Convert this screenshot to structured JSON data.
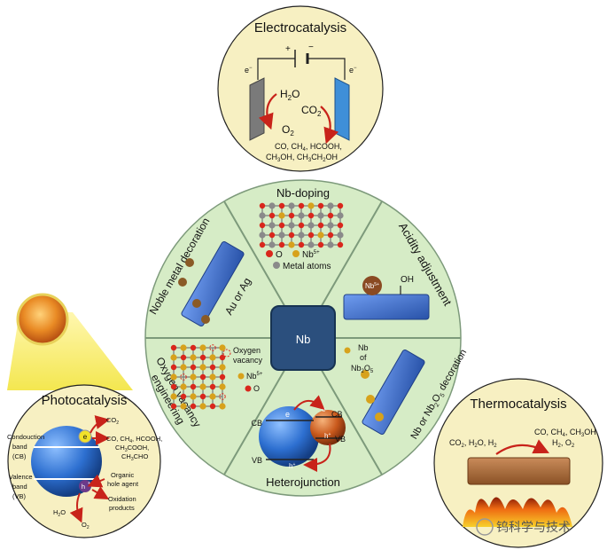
{
  "colors": {
    "cream": "#f7f0c2",
    "wheel_fill": "#d6ecc6",
    "wheel_stroke": "#7d9a7b",
    "nb_box": "#2b4f7d",
    "blue_bar": "#3f6fc6",
    "red_o": "#d9271c",
    "gold_nb": "#d7a21c",
    "arrow_red": "#c8231a",
    "sun_orange": "#e07a1c",
    "beam_yellow": "#f5e84c"
  },
  "wheel": {
    "center_label": "Nb",
    "sectors": {
      "nb_doping": {
        "title": "Nb-doping",
        "legend_o": "O",
        "legend_nb": "Nb",
        "legend_nb_sup": "5+",
        "legend_metal": "Metal atoms"
      },
      "acidity": {
        "title": "Acidity adjustment",
        "nb_label": "Nb",
        "nb_sup": "5+",
        "oh_label": "OH"
      },
      "nb_oxide": {
        "title_pre": "Nb or Nb",
        "title_sub1": "2",
        "title_mid": "O",
        "title_sub2": "5",
        "title_post": " decoration",
        "label_line1": "Nb",
        "label_line2": "of",
        "label_line3_pre": "Nb",
        "label_line3_sub1": "2",
        "label_line3_mid": "O",
        "label_line3_sub2": "5"
      },
      "heterojunction": {
        "title": "Heterojunction",
        "cb_left": "CB",
        "vb_left": "VB",
        "cb_right": "CB",
        "vb_right": "VB",
        "e_label": "e",
        "h_label": "h",
        "h_sup": "+",
        "e_sup": "−"
      },
      "oxygen_vacancy": {
        "title_line1": "Oxygen vacancy",
        "title_line2": "engineering",
        "vacancy_line1": "Oxygen",
        "vacancy_line2": "vacancy",
        "nb_label": "Nb",
        "nb_sup": "5+",
        "o_label": "O"
      },
      "noble_metal": {
        "title": "Noble metal decoration",
        "au_ag": "Au or Ag"
      }
    }
  },
  "electrocatalysis": {
    "title": "Electrocatalysis",
    "plus": "+",
    "minus": "−",
    "e_left": "e",
    "e_left_sup": "−",
    "e_right": "e",
    "e_right_sup": "−",
    "h2o": "H",
    "h2o_sub": "2",
    "h2o_end": "O",
    "o2": "O",
    "o2_sub": "2",
    "co2": "CO",
    "co2_sub": "2",
    "products_line1_a": "CO, CH",
    "products_line1_sub": "4",
    "products_line1_b": ", HCOOH,",
    "products_line2_a": "CH",
    "products_line2_s1": "3",
    "products_line2_b": "OH, CH",
    "products_line2_s2": "3",
    "products_line2_c": "CH",
    "products_line2_s3": "2",
    "products_line2_d": "OH"
  },
  "photocatalysis": {
    "title": "Photocatalysis",
    "cb_line1": "Condouction",
    "cb_line2": "band",
    "cb_line3": "(CB)",
    "vb_line1": "Valence",
    "vb_line2": "band",
    "vb_line3": "(VB)",
    "e_label": "e",
    "h_label": "h",
    "h_sup": "+",
    "co2": "CO",
    "co2_sub": "2",
    "prod_l1": "CO, CH",
    "prod_l1_sub": "4",
    "prod_l1_b": ", HCOOH,",
    "prod_l2": "CH",
    "prod_l2_sub": "3",
    "prod_l2_b": "COOH,",
    "prod_l3": "CH",
    "prod_l3_sub": "3",
    "prod_l3_b": "CHO",
    "hole_agent_l1": "Organic",
    "hole_agent_l2": "hole agent",
    "oxid_l1": "Oxidation",
    "oxid_l2": "products",
    "h2o": "H",
    "h2o_sub": "2",
    "h2o_end": "O",
    "o2": "O",
    "o2_sub": "2"
  },
  "thermocatalysis": {
    "title": "Thermocatalysis",
    "reactants_a": "CO",
    "reactants_s1": "2",
    "reactants_b": ", H",
    "reactants_s2": "2",
    "reactants_c": "O, H",
    "reactants_s3": "2",
    "products_l1_a": "CO, CH",
    "products_l1_s": "4",
    "products_l1_b": ", CH",
    "products_l1_s2": "3",
    "products_l1_c": "OH",
    "products_l2_a": "H",
    "products_l2_s1": "2",
    "products_l2_b": ", O",
    "products_l2_s2": "2"
  },
  "watermark": "钨科学与技术"
}
